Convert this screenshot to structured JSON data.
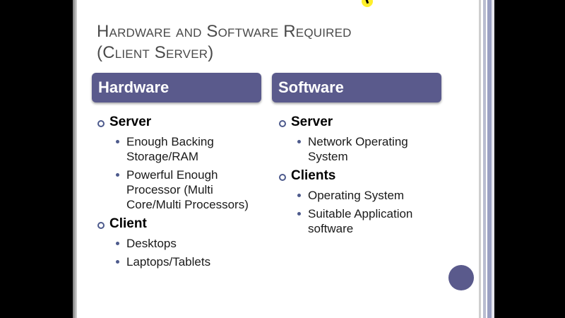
{
  "title": {
    "line1": "Hardware and Software Required",
    "line2": "(Client Server)"
  },
  "columns": [
    {
      "header": "Hardware",
      "sections": [
        {
          "label": "Server",
          "items": [
            [
              "Enough Backing",
              "Storage/RAM"
            ],
            [
              "Powerful Enough",
              "Processor (Multi",
              "Core/Multi Processors)"
            ]
          ]
        },
        {
          "label": "Client",
          "items": [
            [
              "Desktops"
            ],
            [
              "Laptops/Tablets"
            ]
          ]
        }
      ]
    },
    {
      "header": "Software",
      "sections": [
        {
          "label": "Server",
          "items": [
            [
              "Network Operating",
              "System"
            ]
          ]
        },
        {
          "label": "Clients",
          "items": [
            [
              "Operating System"
            ],
            [
              "Suitable Application",
              "software"
            ]
          ]
        }
      ]
    }
  ],
  "colors": {
    "accent": "#5a5a8c",
    "bullet": "#4d5a8c",
    "title": "#4a4a4a"
  }
}
